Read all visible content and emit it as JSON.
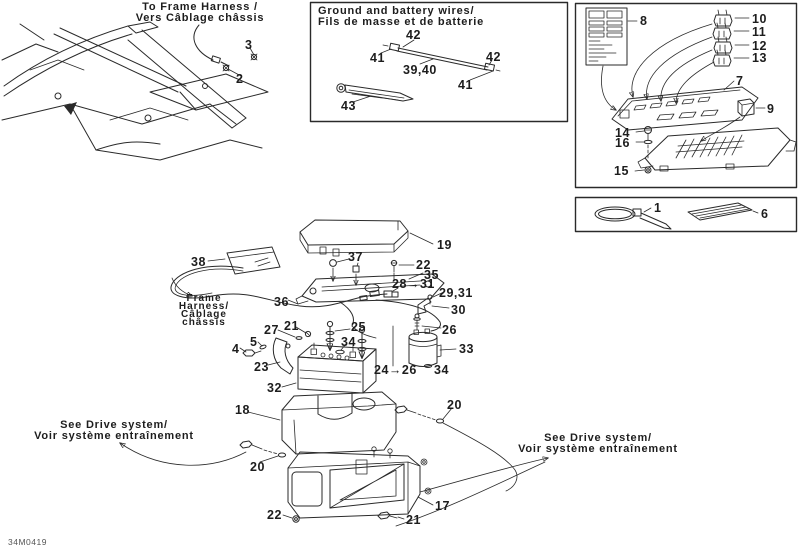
{
  "document": {
    "code": "34M0419"
  },
  "colors": {
    "line": "#2a2a2a",
    "text": "#1d1d1d",
    "background": "#ffffff"
  },
  "annotations": {
    "to_frame_harness": {
      "line1": "To Frame Harness /",
      "line2": "Vers Câblage châssis"
    },
    "ground_wires_box": {
      "line1": "Ground and battery wires/",
      "line2": "Fils de masse et de batterie"
    },
    "frame_harness_note": {
      "line1": "Frame",
      "line2": "Harness/",
      "line3": "Câblage",
      "line4": "châssis"
    },
    "see_drive_left": {
      "line1": "See Drive system/",
      "line2": "Voir système entraînement"
    },
    "see_drive_right": {
      "line1": "See Drive system/",
      "line2": "Voir système entraînement"
    }
  },
  "callouts": [
    {
      "label": "2"
    },
    {
      "label": "3"
    },
    {
      "label": "42"
    },
    {
      "label": "41"
    },
    {
      "label": "39,40"
    },
    {
      "label": "42"
    },
    {
      "label": "41"
    },
    {
      "label": "43"
    },
    {
      "label": "8"
    },
    {
      "label": "10"
    },
    {
      "label": "11"
    },
    {
      "label": "12"
    },
    {
      "label": "13"
    },
    {
      "label": "7"
    },
    {
      "label": "9"
    },
    {
      "label": "14"
    },
    {
      "label": "16"
    },
    {
      "label": "15"
    },
    {
      "label": "1"
    },
    {
      "label": "6"
    },
    {
      "label": "19"
    },
    {
      "label": "38"
    },
    {
      "label": "37"
    },
    {
      "label": "22"
    },
    {
      "label": "35"
    },
    {
      "label": "28→31"
    },
    {
      "label": "29,31"
    },
    {
      "label": "36"
    },
    {
      "label": "30"
    },
    {
      "label": "27"
    },
    {
      "label": "21"
    },
    {
      "label": "25"
    },
    {
      "label": "26"
    },
    {
      "label": "5"
    },
    {
      "label": "4"
    },
    {
      "label": "23"
    },
    {
      "label": "34"
    },
    {
      "label": "32"
    },
    {
      "label": "24→26"
    },
    {
      "label": "34"
    },
    {
      "label": "33"
    },
    {
      "label": "18"
    },
    {
      "label": "20"
    },
    {
      "label": "20"
    },
    {
      "label": "17"
    },
    {
      "label": "22"
    },
    {
      "label": "21"
    }
  ]
}
